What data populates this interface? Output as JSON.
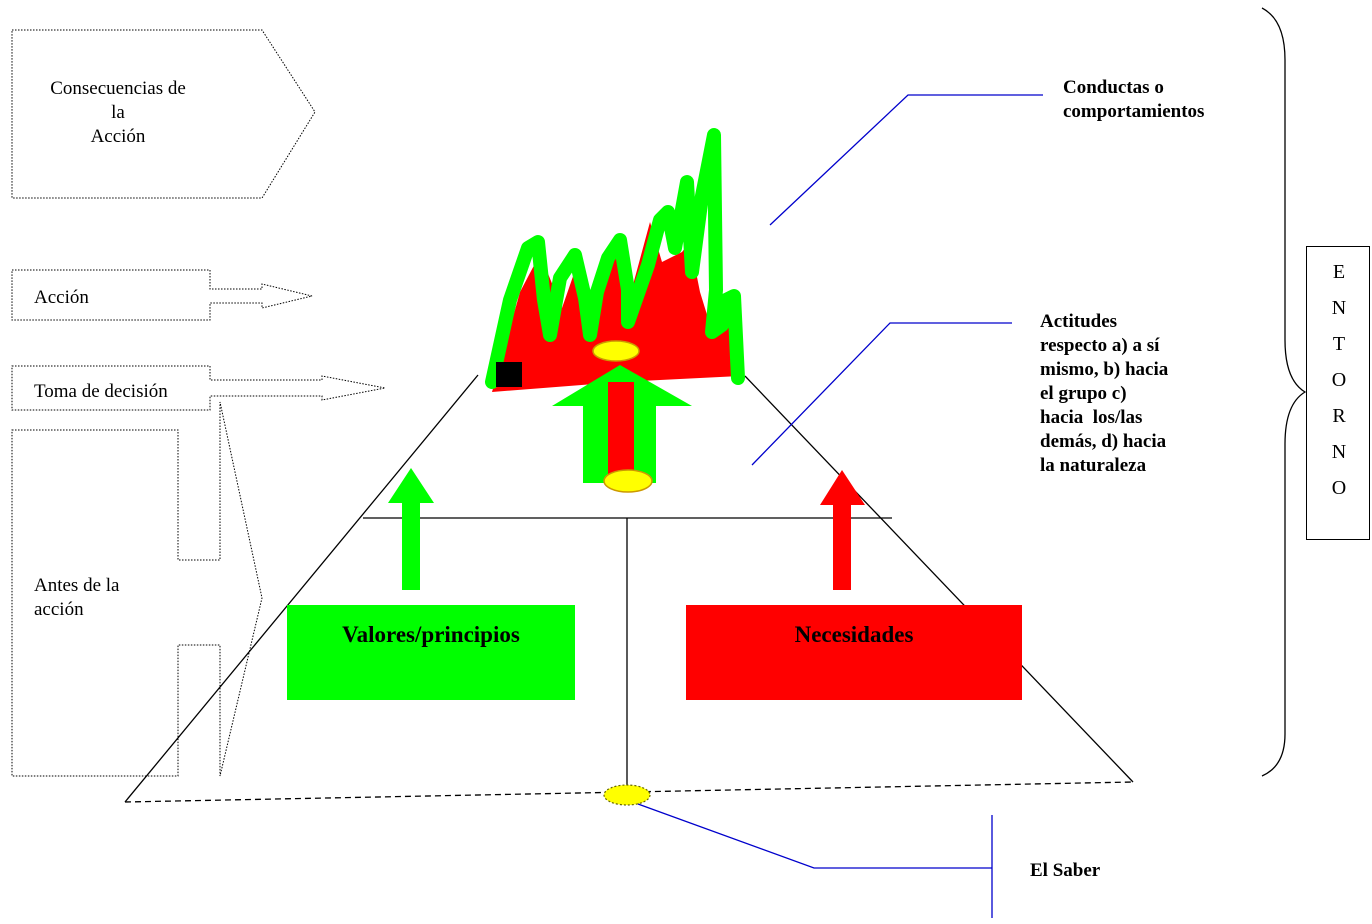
{
  "left_stages": {
    "consequences": "Consecuencias de la Acción",
    "consequences_lines": [
      "Consecuencias de",
      "la",
      "Acción"
    ],
    "action": "Acción",
    "decision": "Toma de decisión",
    "before": "Antes de la acción",
    "before_lines": [
      "Antes de la",
      "acción"
    ]
  },
  "pyramid": {
    "values_box": "Valores/principios",
    "needs_box": "Necesidades"
  },
  "callouts": {
    "behaviors_lines": [
      "Conductas o",
      "comportamientos"
    ],
    "attitudes_lines": [
      "Actitudes",
      "respecto a) a sí",
      "mismo, b) hacia",
      "el grupo c)",
      "hacia  los/las",
      "demás, d) hacia",
      "la naturaleza"
    ],
    "knowledge": "El Saber"
  },
  "entorno_letters": [
    "E",
    "N",
    "T",
    "O",
    "R",
    "N",
    "O"
  ],
  "colors": {
    "green": "#00ff00",
    "red": "#ff0000",
    "yellow": "#ffff00",
    "leader_blue": "#0000cc"
  }
}
